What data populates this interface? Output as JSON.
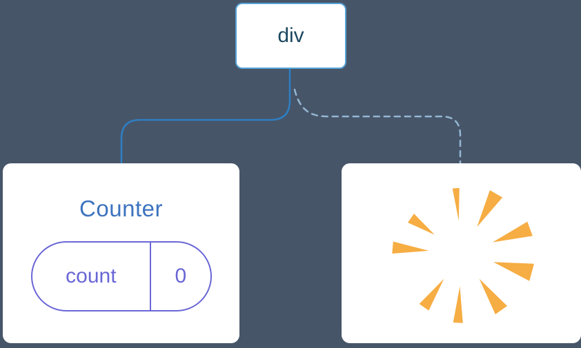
{
  "diagram": {
    "root_node": {
      "label": "div"
    },
    "counter_card": {
      "title": "Counter",
      "state_pill": {
        "key": "count",
        "value": "0"
      }
    },
    "removed_card": {
      "icon": "poof-burst-icon"
    }
  },
  "colors": {
    "background": "#475569",
    "node_border": "#55a3d6",
    "node_text": "#1d4860",
    "solid_link": "#2e7fc2",
    "dashed_link": "#94b7d3",
    "card_bg": "#ffffff",
    "counter_title": "#3d73be",
    "pill": "#6966d6",
    "poof": "#f6ad43"
  }
}
